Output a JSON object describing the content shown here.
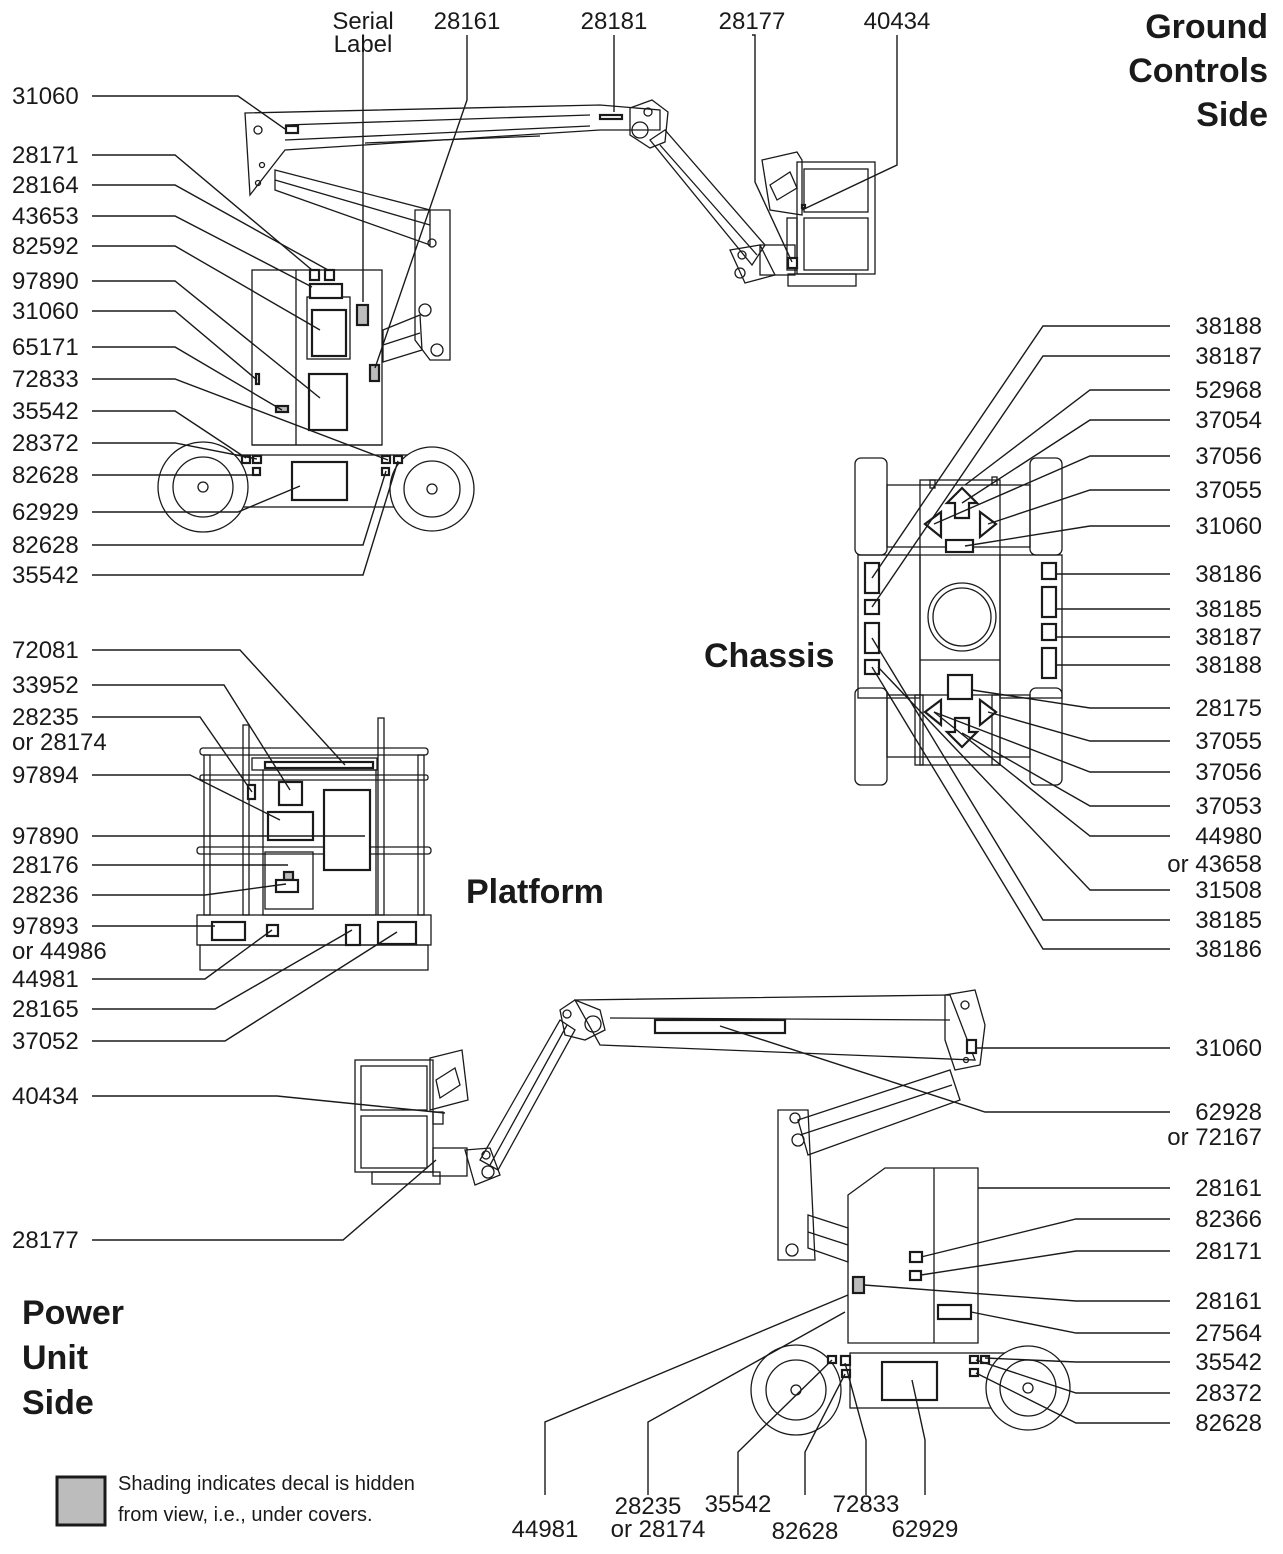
{
  "titles": {
    "ground": [
      "Ground",
      "Controls",
      "Side"
    ],
    "chassis": "Chassis",
    "platform": "Platform",
    "power": [
      "Power",
      "Unit",
      "Side"
    ]
  },
  "legend": {
    "line1": "Shading indicates decal is hidden",
    "line2": "from view, i.e., under covers.",
    "swatch_color": "#bcbcbc"
  },
  "ground_top": [
    "Serial",
    "Label",
    "28161",
    "28181",
    "28177",
    "40434"
  ],
  "ground_left": [
    "31060",
    "28171",
    "28164",
    "43653",
    "82592",
    "97890",
    "31060",
    "65171",
    "72833",
    "35542",
    "28372",
    "82628",
    "62929",
    "82628",
    "35542"
  ],
  "chassis_right": [
    "38188",
    "38187",
    "52968",
    "37054",
    "37056",
    "37055",
    "31060",
    "38186",
    "38185",
    "38187",
    "38188",
    "28175",
    "37055",
    "37056",
    "37053",
    "44980",
    "or 43658",
    "31508",
    "38185",
    "38186"
  ],
  "platform_left": [
    "72081",
    "33952",
    "28235",
    "or 28174",
    "97894",
    "97890",
    "28176",
    "28236",
    "97893",
    "or 44986",
    "44981",
    "28165",
    "37052"
  ],
  "power_left": [
    "40434",
    "28177"
  ],
  "power_right": [
    "31060",
    "62928",
    "or 72167",
    "28161",
    "82366",
    "28171",
    "28161",
    "27564",
    "35542",
    "28372",
    "82628"
  ],
  "power_bottom": [
    "44981",
    "28235",
    "or 28174",
    "35542",
    "82628",
    "72833",
    "62929"
  ]
}
